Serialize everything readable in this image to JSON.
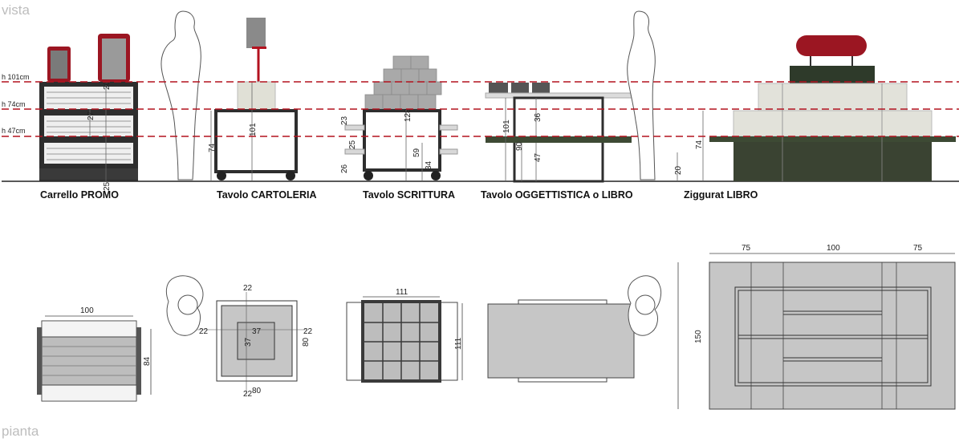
{
  "sections": {
    "top": "vista",
    "bottom": "pianta"
  },
  "height_lines": [
    {
      "label": "h 101cm"
    },
    {
      "label": "h 74cm"
    },
    {
      "label": "h 47cm"
    }
  ],
  "items": {
    "carrello": {
      "name": "Carrello PROMO",
      "dim_top": "26",
      "dim_mid": "27",
      "dim_low": "25",
      "plan_w": "100",
      "plan_d": "84"
    },
    "cartoleria": {
      "name": "Tavolo CARTOLERIA",
      "dim_h": "74",
      "dim_total": "101",
      "plan": {
        "top": "22",
        "left": "22",
        "right": "22",
        "bottom": "22",
        "inner_w": "37",
        "inner_h": "37",
        "w": "80",
        "d": "80"
      }
    },
    "scrittura": {
      "name": "Tavolo SCRITTURA",
      "dim_23": "23",
      "dim_25": "25",
      "dim_26": "26",
      "dim_128": "128",
      "dim_59": "59",
      "dim_34": "34",
      "plan_w": "111",
      "plan_d": "111"
    },
    "oggettistica": {
      "name": "Tavolo OGGETTISTICA o LIBRO",
      "dim_101": "101",
      "dim_90": "90",
      "dim_36": "36",
      "dim_47": "47"
    },
    "ziggurat": {
      "name": "Ziggurat LIBRO",
      "dim_20": "20",
      "dim_74": "74",
      "plan": {
        "w1": "75",
        "w2": "100",
        "w3": "75",
        "d": "150"
      }
    }
  },
  "colors": {
    "red": "#b3121f",
    "dark": "#3a3a3a",
    "grey": "#c8c8c8",
    "green": "#3d4a34"
  }
}
